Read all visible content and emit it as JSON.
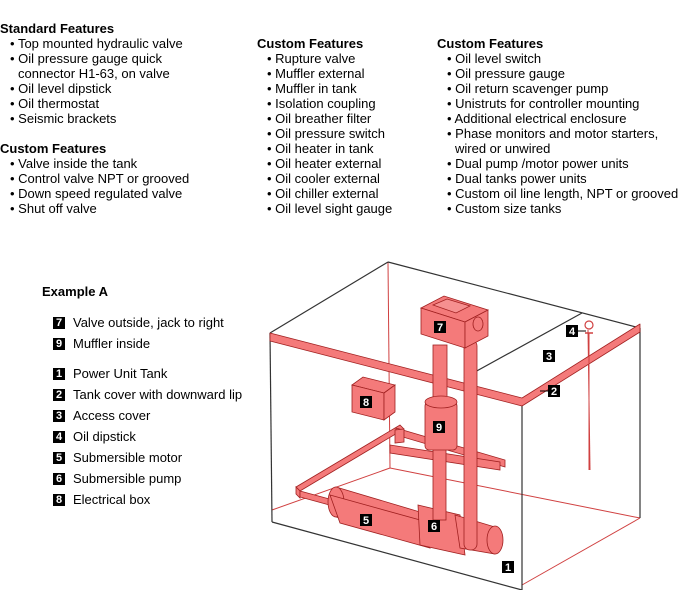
{
  "standard_features": {
    "title": "Standard Features",
    "items": [
      "Top mounted hydraulic valve",
      "Oil pressure gauge quick",
      "connector H1-63, on valve",
      "Oil level dipstick",
      "Oil thermostat",
      "Seismic brackets"
    ]
  },
  "custom_features_1": {
    "title": "Custom Features",
    "items": [
      "Valve inside the tank",
      "Control valve NPT or grooved",
      "Down speed regulated valve",
      "Shut off valve"
    ]
  },
  "custom_features_2": {
    "title": "Custom Features",
    "items": [
      "Rupture valve",
      "Muffler external",
      "Muffler in tank",
      "Isolation coupling",
      "Oil breather filter",
      "Oil pressure switch",
      "Oil heater in tank",
      "Oil heater external",
      "Oil cooler external",
      "Oil chiller external",
      "Oil level sight gauge"
    ]
  },
  "custom_features_3": {
    "title": "Custom Features",
    "items": [
      "Oil level switch",
      "Oil pressure gauge",
      "Oil return scavenger pump",
      "Unistruts for controller mounting",
      "Additional electrical enclosure",
      "Phase monitors and motor starters,",
      "wired or unwired",
      "Dual pump /motor power units",
      "Dual tanks power units",
      "Custom oil line length, NPT or grooved",
      "Custom size tanks"
    ]
  },
  "example": {
    "title": "Example A",
    "options": [
      {
        "num": "7",
        "label": "Valve outside, jack to right"
      },
      {
        "num": "9",
        "label": "Muffler inside"
      }
    ],
    "parts": [
      {
        "num": "1",
        "label": "Power Unit Tank"
      },
      {
        "num": "2",
        "label": "Tank cover with downward lip"
      },
      {
        "num": "3",
        "label": "Access cover"
      },
      {
        "num": "4",
        "label": "Oil dipstick"
      },
      {
        "num": "5",
        "label": "Submersible motor"
      },
      {
        "num": "6",
        "label": "Submersible pump"
      },
      {
        "num": "8",
        "label": "Electrical box"
      }
    ]
  },
  "diagram": {
    "tags": [
      "1",
      "2",
      "3",
      "4",
      "5",
      "6",
      "7",
      "8",
      "9"
    ],
    "colors": {
      "component_fill": "#f47a7a",
      "component_stroke": "#b02020",
      "tank_line": "#333333",
      "hidden_line": "#d04040"
    }
  }
}
